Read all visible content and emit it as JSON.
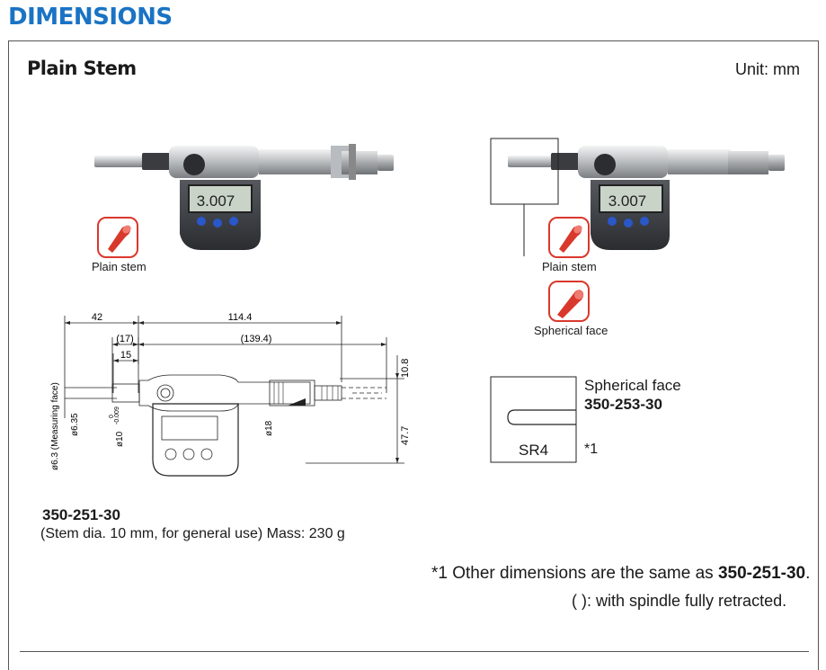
{
  "heading": "DIMENSIONS",
  "section_title": "Plain Stem",
  "unit": "Unit: mm",
  "icons": {
    "plain_stem_label": "Plain stem",
    "spherical_face_label": "Spherical face"
  },
  "dims": {
    "d42": "42",
    "d114": "114.4",
    "d17": "(17)",
    "d139": "(139.4)",
    "d15": "15",
    "d108": "10.8",
    "d477": "47.7",
    "phi63": "ø6.3 (Measuring face)",
    "phi635": "ø6.35",
    "phi10": "ø10",
    "phi10_tol_upper": "0",
    "phi10_tol_lower": "-0.009",
    "phi18": "ø18"
  },
  "display_reading": "3.007",
  "model_a": {
    "code": "350-251-30",
    "description": "(Stem dia. 10 mm, for general use) Mass: 230 g"
  },
  "spherical": {
    "title": "Spherical face",
    "model": "350-253-30",
    "radius": "SR4",
    "footnote_mark": "*1"
  },
  "notes": {
    "note1_prefix": "*1 Other dimensions are the same as ",
    "note1_model": "350-251-30",
    "note1_suffix": ".",
    "note2": "(   ): with spindle fully retracted."
  },
  "colors": {
    "heading": "#1a73c4",
    "icon_red": "#d9382c",
    "lcd": "#c9d3c8",
    "body_dark": "#3a3d42",
    "button_blue": "#2a57c9"
  }
}
